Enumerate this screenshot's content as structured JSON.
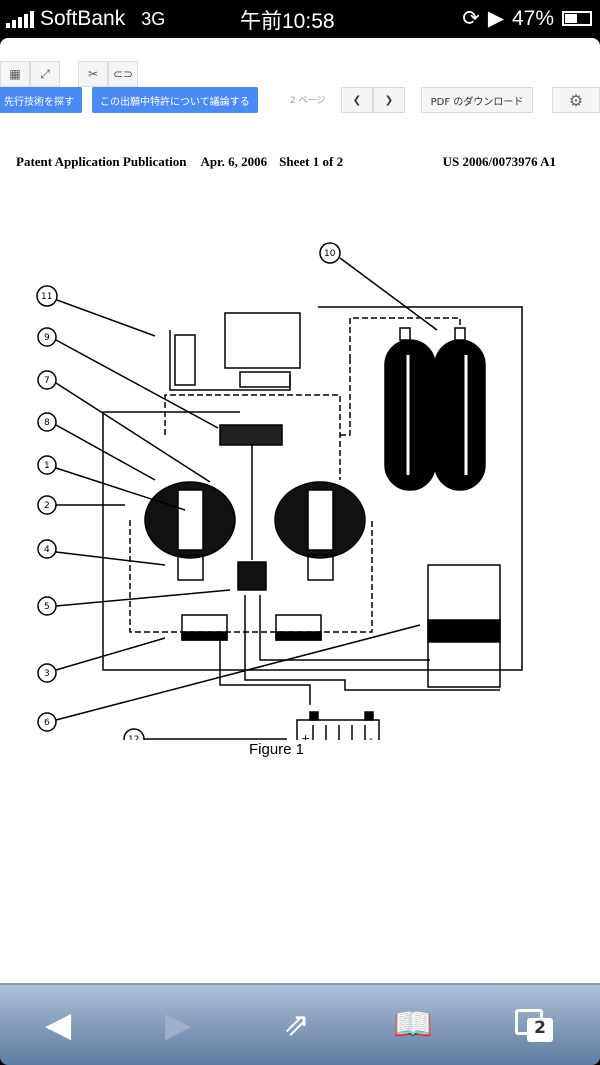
{
  "status_bar": {
    "carrier": "SoftBank",
    "network": "3G",
    "time": "午前10:58",
    "battery": "47%"
  },
  "toolbar": {
    "find_prior_art": "先行技術を探す",
    "discuss": "この出願中特許について議論する",
    "page_label": "2 ページ",
    "pdf_download": "PDF のダウンロード"
  },
  "document": {
    "header_left": "Patent Application Publication",
    "header_date": "Apr. 6, 2006",
    "header_sheet": "Sheet 1 of 2",
    "header_number": "US 2006/0073976 A1",
    "figure_caption": "Figure 1",
    "callouts": [
      "1",
      "2",
      "3",
      "4",
      "5",
      "6",
      "7",
      "8",
      "9",
      "10",
      "11",
      "12"
    ],
    "battery_plus": "+",
    "battery_minus": "-"
  },
  "bottom_bar": {
    "tab_count": "2"
  }
}
